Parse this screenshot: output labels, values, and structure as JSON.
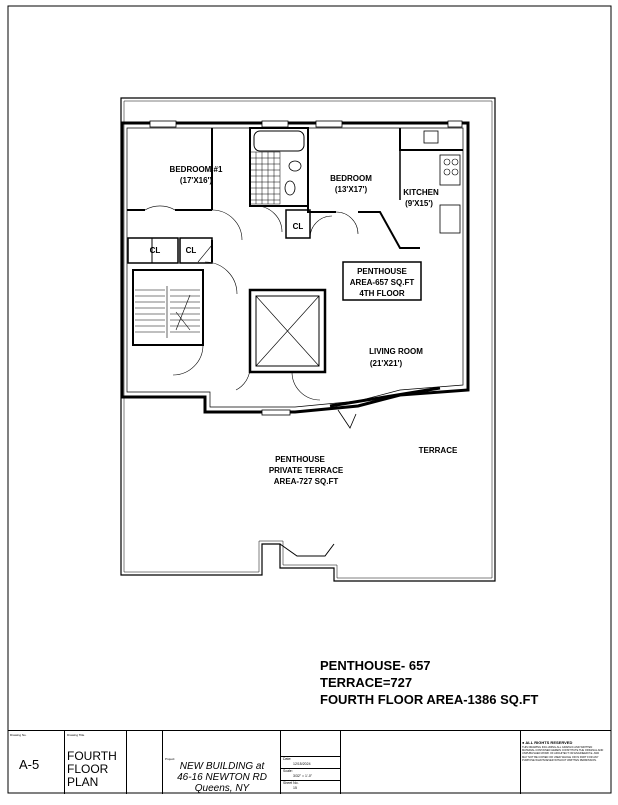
{
  "plan": {
    "rooms": {
      "bedroom1": {
        "name": "BEDROOM #1",
        "size": "(17'X16')"
      },
      "bedroom2": {
        "name": "BEDROOM",
        "size": "(13'X17')"
      },
      "kitchen": {
        "name": "KITCHEN",
        "size": "(9'X15')"
      },
      "closet_a": "CL",
      "closet_b": "CL",
      "closet_c": "CL",
      "living": {
        "name": "LIVING ROOM",
        "size": "(21'X21')"
      },
      "penthouse_box": [
        "PENTHOUSE",
        "AREA-657 SQ.FT",
        "4TH FLOOR"
      ],
      "private_terrace": [
        "PENTHOUSE",
        "PRIVATE TERRACE",
        "AREA-727 SQ.FT"
      ],
      "terrace": "TERRACE"
    }
  },
  "summary": {
    "penthouse": "PENTHOUSE- 657",
    "terrace": "TERRACE=727",
    "fourth_floor": "FOURTH FLOOR AREA-1386 SQ.FT"
  },
  "title_block": {
    "drawing_no_label": "Drawing No.",
    "drawing_no": "A-5",
    "drawing_title_label": "Drawing Title",
    "drawing_title": [
      "FOURTH",
      "FLOOR",
      "PLAN"
    ],
    "project_label": "Project:",
    "project": [
      "NEW BUILDING at",
      "46-16 NEWTON RD",
      "Queens, NY"
    ],
    "date_label": "Date:",
    "date": "12/15/2024",
    "scale_label": "Scale:",
    "scale": "3/32\" = 1'-0\"",
    "sheet_label": "Sheet No.",
    "sheet": "15",
    "rights_title": "ALL RIGHTS RESERVED",
    "rights_text": "THIS DRAWING INCLUDING ALL GRAPHIC AND WRITTEN MATERIAL CONTAINED HEREIN CONSTITUTE THE ORIGINAL AND UNPUBLISHED WORK OF ARCHITECT OR ENGINEER P.E. AND MAY NOT BE COPIED OR USED WHOLE OR IN PART FOR ANY PURPOSE WHATSOEVER WITHOUT WRITTEN PERMISSION."
  }
}
